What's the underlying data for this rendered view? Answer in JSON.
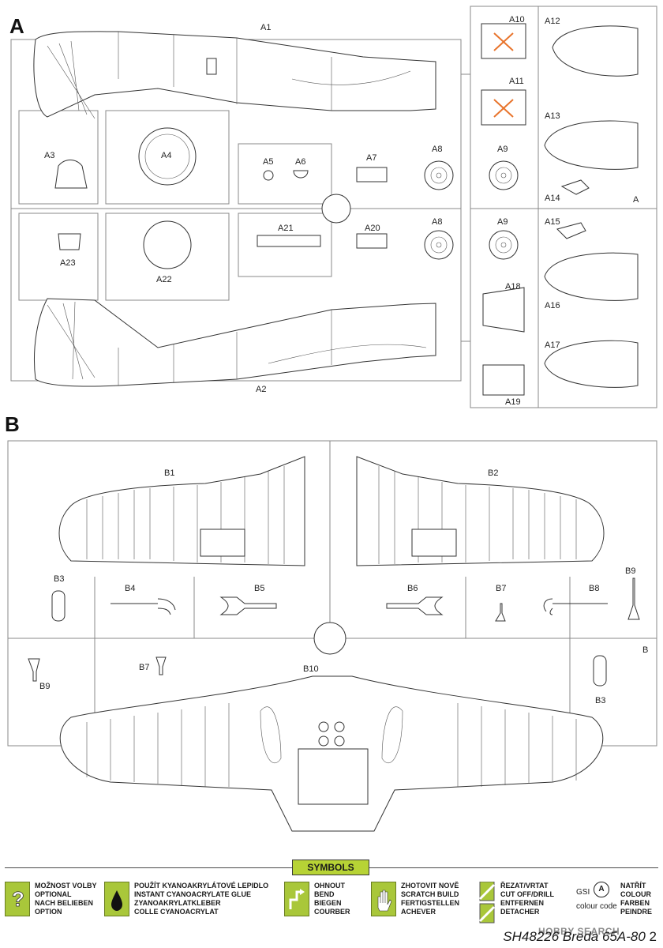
{
  "sprues": {
    "a_letter": "A",
    "b_letter": "B",
    "a_corner": "A",
    "b_corner": "B"
  },
  "parts_a": {
    "a1": "A1",
    "a2": "A2",
    "a3": "A3",
    "a4": "A4",
    "a5": "A5",
    "a6": "A6",
    "a7": "A7",
    "a8_top": "A8",
    "a9_top": "A9",
    "a8_bot": "A8",
    "a9_bot": "A9",
    "a10": "A10",
    "a11": "A11",
    "a12": "A12",
    "a13": "A13",
    "a14": "A14",
    "a15": "A15",
    "a16": "A16",
    "a17": "A17",
    "a18": "A18",
    "a19": "A19",
    "a20": "A20",
    "a21": "A21",
    "a22": "A22",
    "a23": "A23"
  },
  "parts_b": {
    "b1": "B1",
    "b2": "B2",
    "b3_l": "B3",
    "b3_r": "B3",
    "b4": "B4",
    "b5": "B5",
    "b6": "B6",
    "b7_top": "B7",
    "b7_bot": "B7",
    "b8": "B8",
    "b9_r": "B9",
    "b9_l": "B9",
    "b10": "B10"
  },
  "symbols": {
    "title": "SYMBOLS",
    "items": [
      {
        "icon": "question-icon",
        "text": "MOŽNOST VOLBY\nOPTIONAL\nNACH BELIEBEN\nOPTION"
      },
      {
        "icon": "glue-drop-icon",
        "text": "POUŽÍT KYANOAKRYLÁTOVÉ LEPIDLO\nINSTANT CYANOACRYLATE GLUE\nZYANOAKRYLATKLEBER\nCOLLE CYANOACRYLAT"
      },
      {
        "icon": "bend-icon",
        "text": "OHNOUT\nBEND\nBIEGEN\nCOURBER"
      },
      {
        "icon": "hand-icon",
        "text": "ZHOTOVIT NOVĚ\nSCRATCH BUILD\nFERTIGSTELLEN\nACHEVER"
      },
      {
        "icon": "cut-icon",
        "text": "ŘEZAT/VRTAT\nCUT OFF/DRILL\nENTFERNEN\nDETACHER"
      },
      {
        "icon": "colour-icon",
        "text": "NATŘÍT\nCOLOUR\nFARBEN\nPEINDRE"
      }
    ],
    "gsi": "GSI",
    "gsi_letter": "A",
    "colour_code": "colour code"
  },
  "footer": {
    "code": "SH48226 Breda 65A-80",
    "page": "2"
  },
  "watermark": "HOBBY SEARCH",
  "colors": {
    "accent_green": "#b7d335",
    "cross_orange": "#e8742c"
  }
}
